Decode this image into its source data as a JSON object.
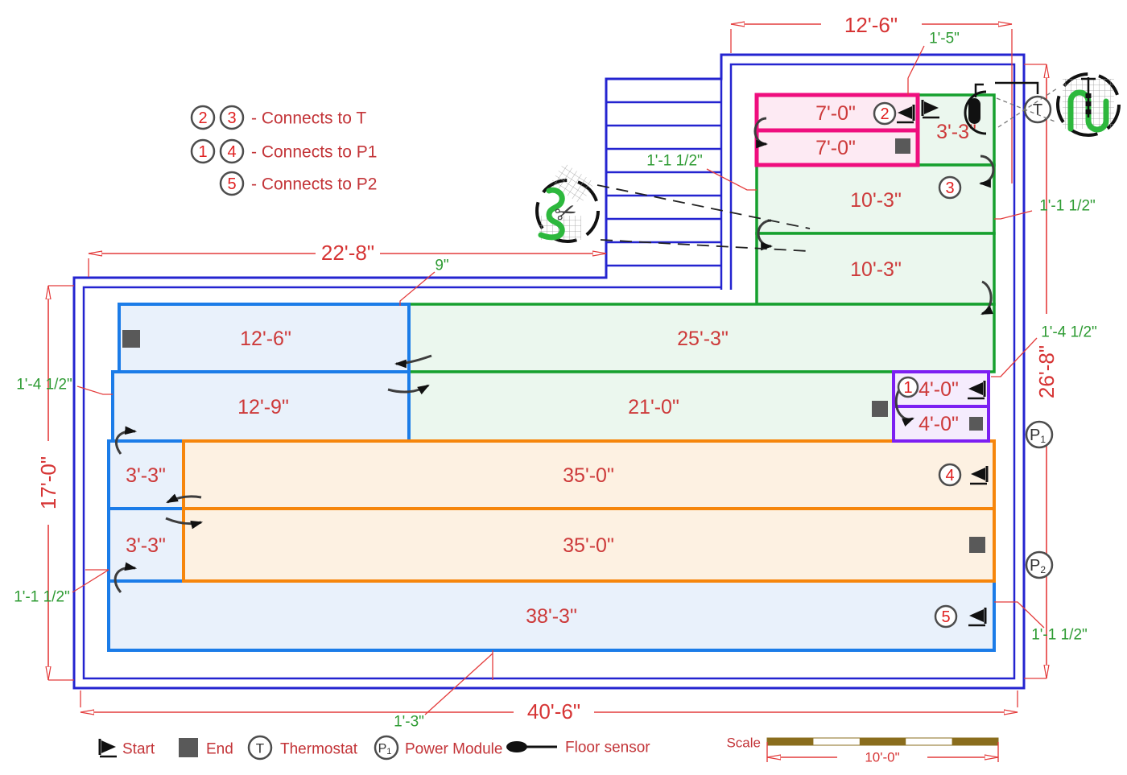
{
  "colors": {
    "dimension_red": "#e43c3c",
    "zone_text_red": "#cd3a3a",
    "offset_green": "#2e9b33",
    "wall_blue": "#2424d0",
    "zone_blue_border": "#1b7ce8",
    "zone_blue_fill": "#e9f1fb",
    "zone_green_border": "#16a02e",
    "zone_green_fill": "#ebf7ee",
    "zone_pink_border": "#ef0e7e",
    "zone_pink_fill": "#fdeaf3",
    "zone_orange_border": "#f6860c",
    "zone_orange_fill": "#fdf1e2",
    "zone_purple_border": "#7c1ff2",
    "zone_purple_fill": "#f5ecfd",
    "mat_wire_green": "#2db83d",
    "scale_brown": "#8a6d1d",
    "marker_gray": "#4d4d4d"
  },
  "legend_top": {
    "rows": [
      {
        "badges": [
          "2",
          "3"
        ],
        "label": "- Connects to T"
      },
      {
        "badges": [
          "1",
          "4"
        ],
        "label": "- Connects to P1"
      },
      {
        "badges": [
          "5"
        ],
        "label": "- Connects to P2"
      }
    ]
  },
  "dimensions": {
    "top_width": "12'-6\"",
    "upper_width": "22'-8\"",
    "bottom_width": "40'-6\"",
    "left_height": "17'-0\"",
    "right_height": "26'-8\"",
    "scale_label": "Scale",
    "scale_length": "10'-0\""
  },
  "offsets": {
    "top_gap": "1'-5\"",
    "stairs_gap": "1'-1 1/2\"",
    "nine": "9\"",
    "left_gap": "1'-4 1/2\"",
    "right_gap_upper": "1'-1 1/2\"",
    "right_gap_mid": "1'-4 1/2\"",
    "left_gap_lower": "1'-1 1/2\"",
    "right_gap_lower": "1'-1 1/2\"",
    "bottom_gap": "1'-3\""
  },
  "zones": {
    "pink_row1": "7'-0\"",
    "pink_row2": "7'-0\"",
    "green_cell": "3'-3\"",
    "green_row1": "10'-3\"",
    "green_row2": "10'-3\"",
    "green_row3": "25'-3\"",
    "green_row4": "21'-0\"",
    "purple_row1": "4'-0\"",
    "purple_row2": "4'-0\"",
    "blue_row1": "12'-6\"",
    "blue_row2": "12'-9\"",
    "blue_cell1": "3'-3\"",
    "blue_cell2": "3'-3\"",
    "blue_row3": "38'-3\"",
    "orange_row1": "35'-0\"",
    "orange_row2": "35'-0\""
  },
  "circuits": {
    "c1": "1",
    "c2": "2",
    "c3": "3",
    "c4": "4",
    "c5": "5"
  },
  "markers": {
    "thermostat": "T",
    "power1": "P",
    "power1_sub": "1",
    "power2": "P",
    "power2_sub": "2"
  },
  "legend_bottom": {
    "start": "Start",
    "end": "End",
    "thermostat": "Thermostat",
    "power_module": "Power Module",
    "floor_sensor": "Floor sensor"
  },
  "icons": {
    "scissors_glyph": "✂"
  }
}
